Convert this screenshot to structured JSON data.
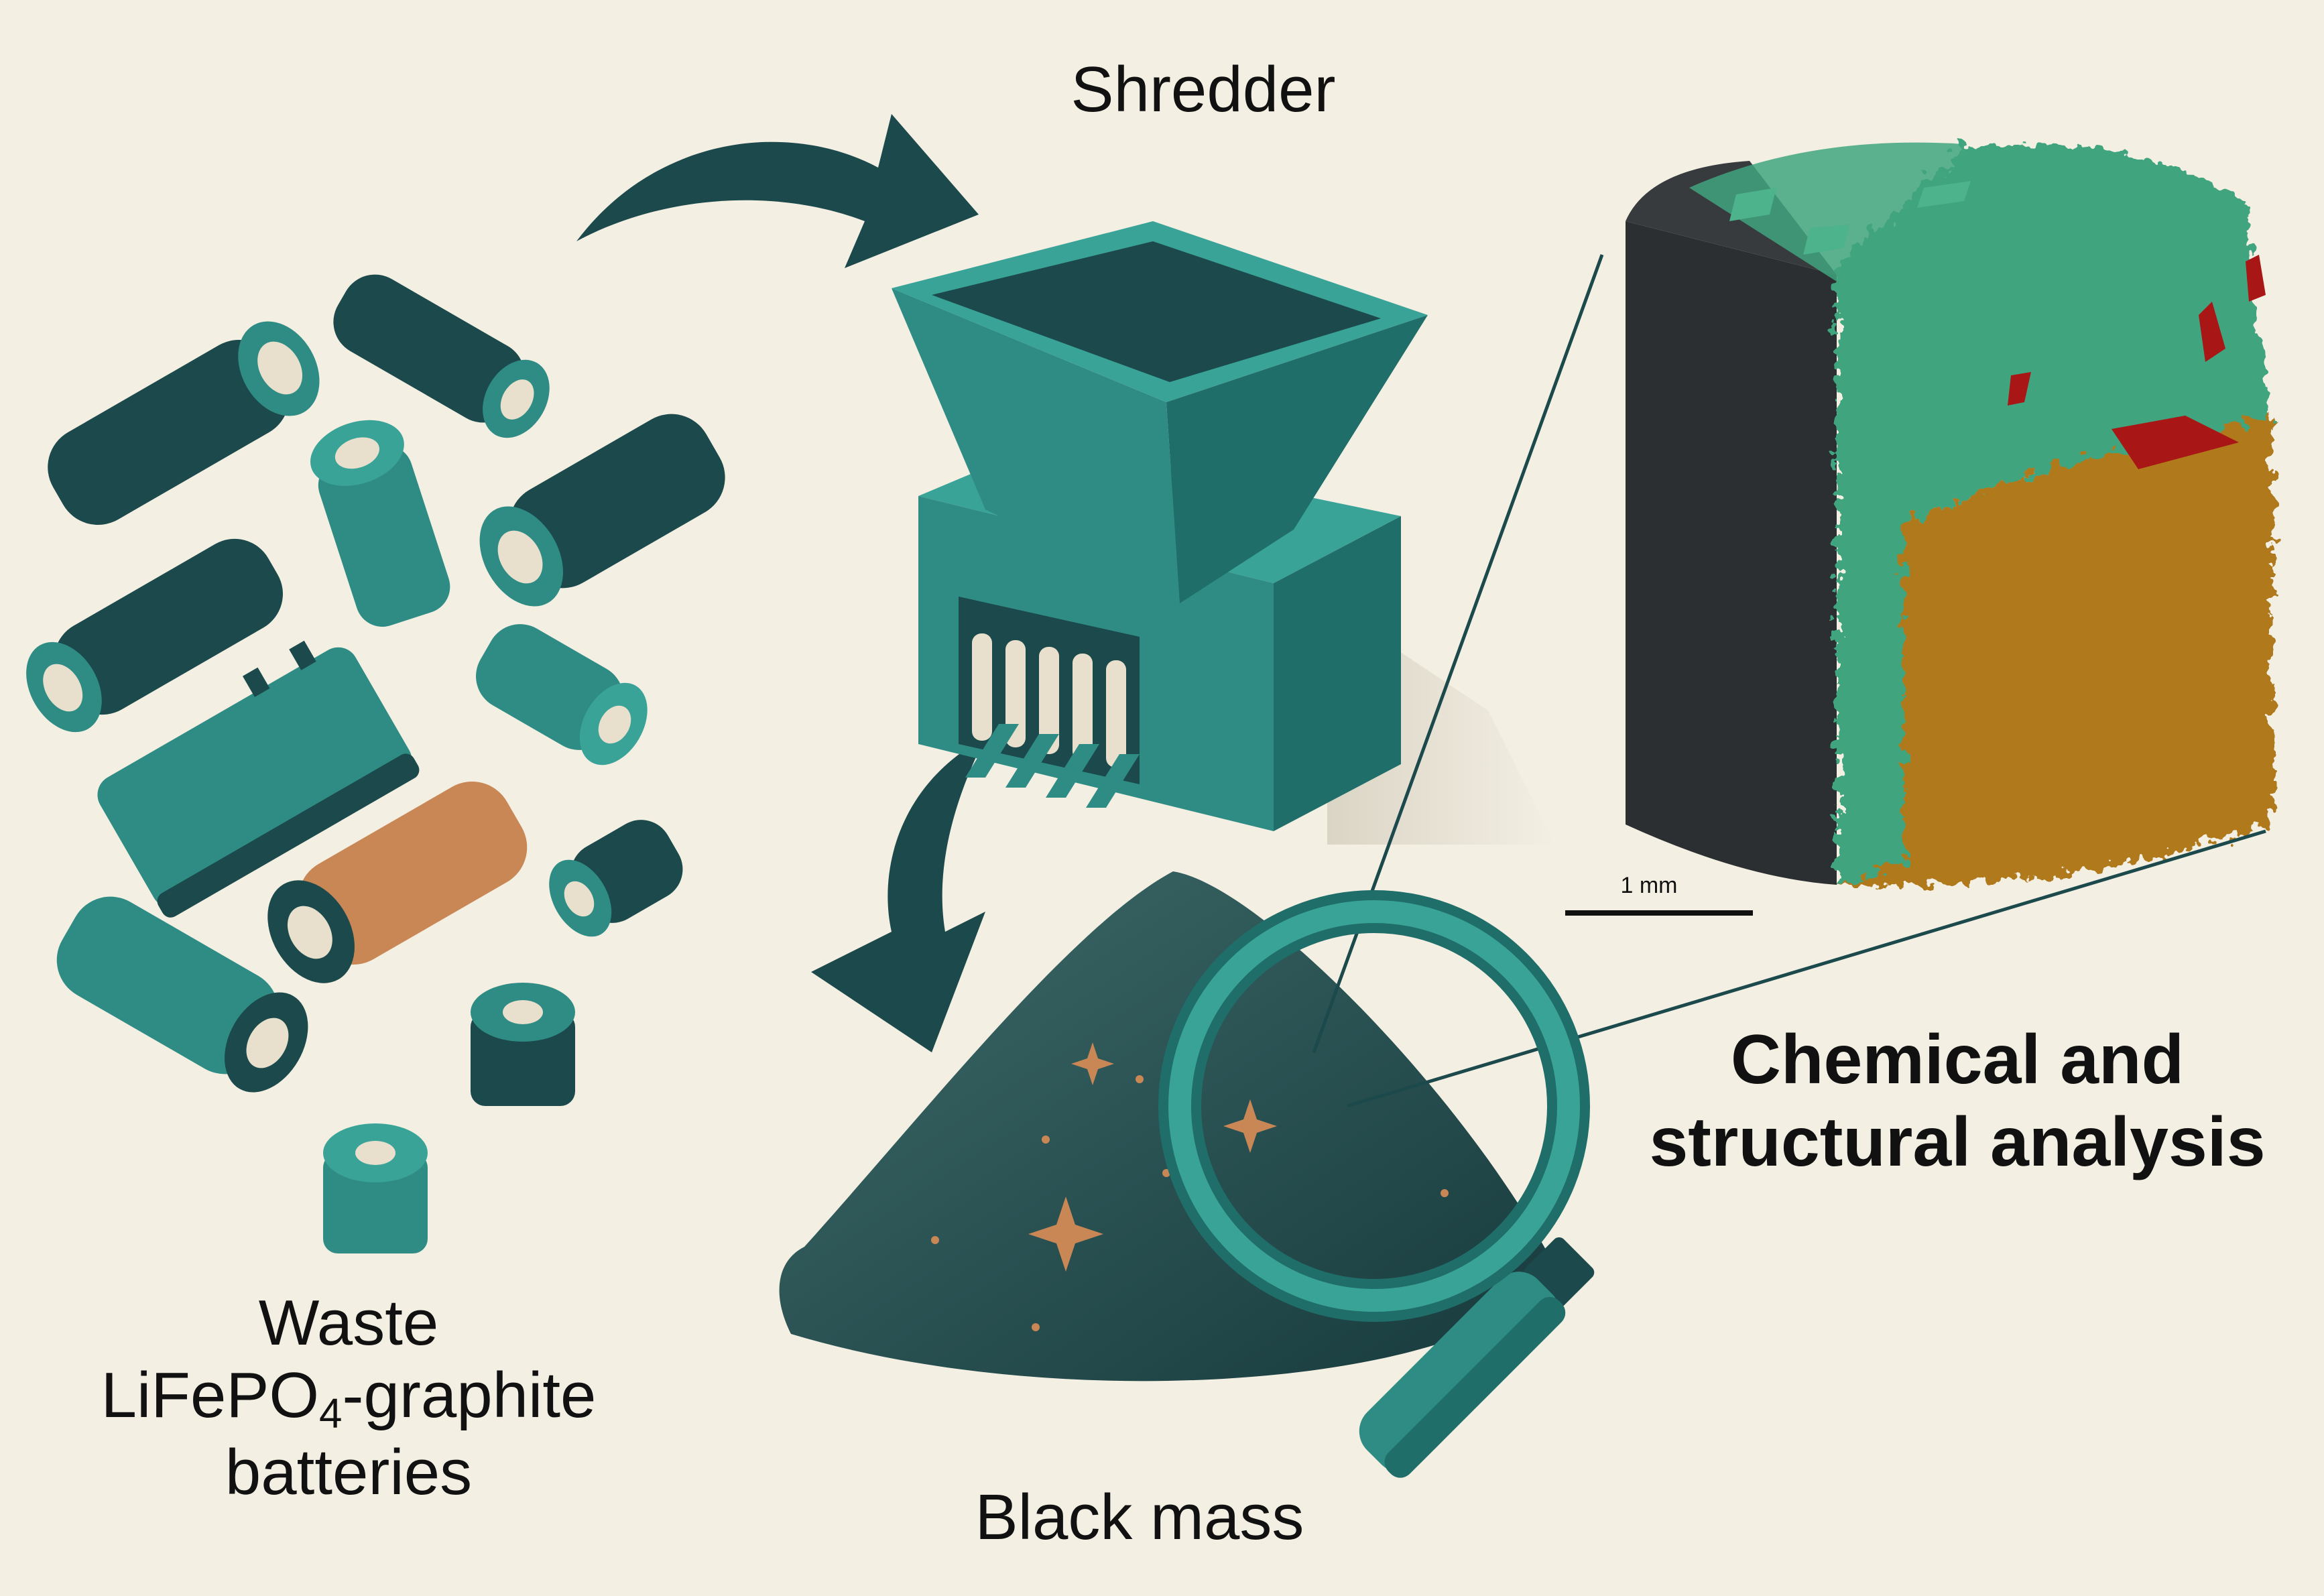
{
  "labels": {
    "shredder": "Shredder",
    "waste_line1": "Waste",
    "waste_line2_prefix": "LiFePO",
    "waste_line2_sub": "4",
    "waste_line2_suffix": "-graphite",
    "waste_line3": "batteries",
    "black_mass": "Black mass",
    "analysis_line1": "Chemical and",
    "analysis_line2": "structural analysis",
    "scale_bar": "1 mm"
  },
  "colors": {
    "background": "#f3efe3",
    "teal": "#2e8c84",
    "teal_light": "#3aa398",
    "dark_teal": "#1c4a4c",
    "copper": "#c98755",
    "cross_section_green": "#3fa57e",
    "cross_section_ochre": "#b07a1e",
    "cross_section_red": "#a81616"
  }
}
